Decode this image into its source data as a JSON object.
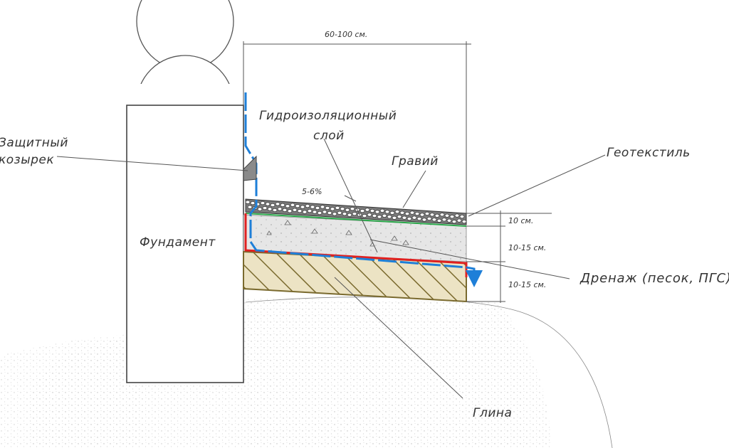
{
  "labels": {
    "protective_visor": [
      "Защитный",
      "козырек"
    ],
    "waterproofing_layer": [
      "Гидроизоляционный",
      "слой"
    ],
    "gravel": "Гравий",
    "geotextile": "Геотекстиль",
    "slope": "5-6%",
    "foundation": "Фундамент",
    "drainage": "Дренаж (песок, ПГС)",
    "clay": "Глина"
  },
  "dimensions": {
    "width": "60-100 см.",
    "gravel_layer": "10 см.",
    "drainage_layer": "10-15 см.",
    "clay_layer": "10-15 см."
  },
  "colors": {
    "waterproofing_blue": "#1e7fd8",
    "clay_red": "#e02020",
    "geotextile_green": "#2aa84a",
    "clay_hatch": "#7a6a2e",
    "clay_fill": "#ece3c4",
    "drainage_fill": "#e6e6e6",
    "gravel_fill": "#6e6e6e"
  }
}
